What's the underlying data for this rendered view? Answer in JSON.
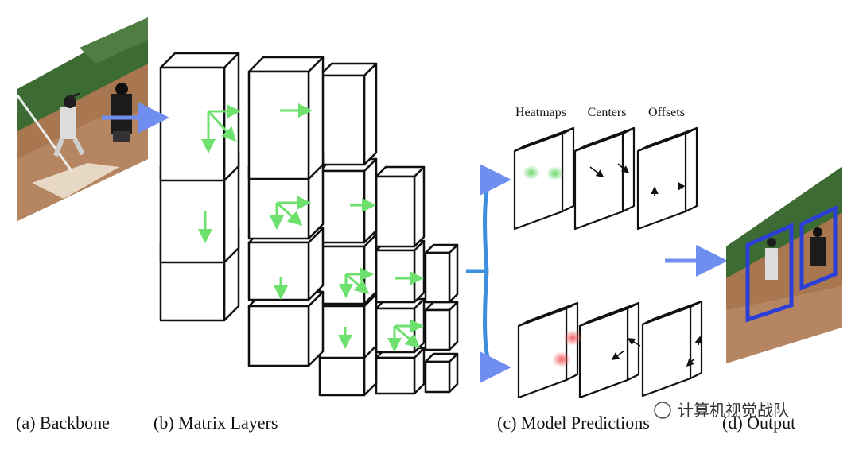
{
  "captions": {
    "backbone": "(a) Backbone",
    "matrix_layers": "(b) Matrix Layers",
    "model_predictions": "(c) Model Predictions",
    "output": "(d) Output"
  },
  "prediction_headers": {
    "heatmaps": "Heatmaps",
    "centers": "Centers",
    "offsets": "Offsets"
  },
  "watermark": "计算机视觉战队",
  "colors": {
    "arrow_blue": "#6f8ef0",
    "branch_blue": "#3f8fe0",
    "layer_arrow_green": "#6ee06e",
    "heatmap_green": "#63d463",
    "heatmap_red": "#f05a5a",
    "box_blue": "#2b3fd8"
  }
}
